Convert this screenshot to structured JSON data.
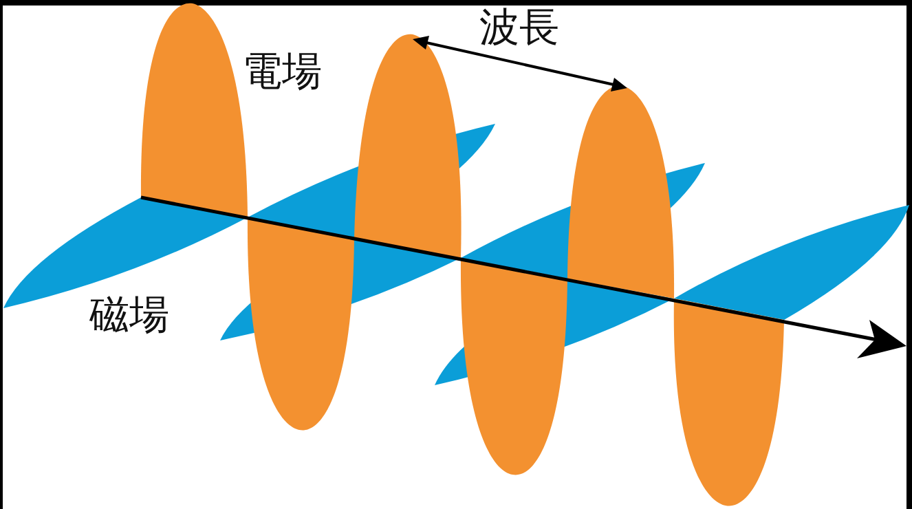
{
  "diagram": {
    "labels": [
      "波長",
      "電場",
      "磁場"
    ]
  }
}
